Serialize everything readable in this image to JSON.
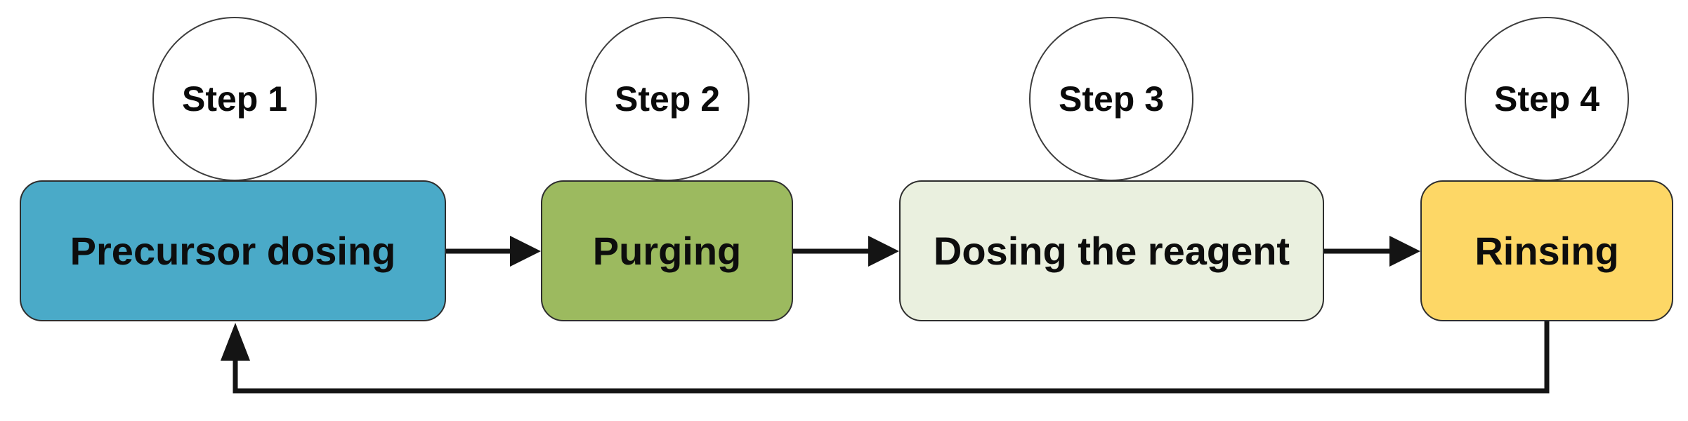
{
  "diagram": {
    "background_color": "#ffffff",
    "connector_color": "#141414",
    "steps": [
      {
        "step_label": "Step 1",
        "box_label": "Precursor dosing",
        "box_fill": "#4AAAC8"
      },
      {
        "step_label": "Step 2",
        "box_label": "Purging",
        "box_fill": "#9CBA5F"
      },
      {
        "step_label": "Step 3",
        "box_label": "Dosing the reagent",
        "box_fill": "#EAF0DF"
      },
      {
        "step_label": "Step 4",
        "box_label": "Rinsing",
        "box_fill": "#FDD766"
      }
    ],
    "flow": [
      {
        "from": "Precursor dosing",
        "to": "Purging",
        "style": "straight-arrow"
      },
      {
        "from": "Purging",
        "to": "Dosing the reagent",
        "style": "straight-arrow"
      },
      {
        "from": "Dosing the reagent",
        "to": "Rinsing",
        "style": "straight-arrow"
      },
      {
        "from": "Rinsing",
        "to": "Precursor dosing",
        "style": "feedback-loop-bottom"
      }
    ]
  }
}
